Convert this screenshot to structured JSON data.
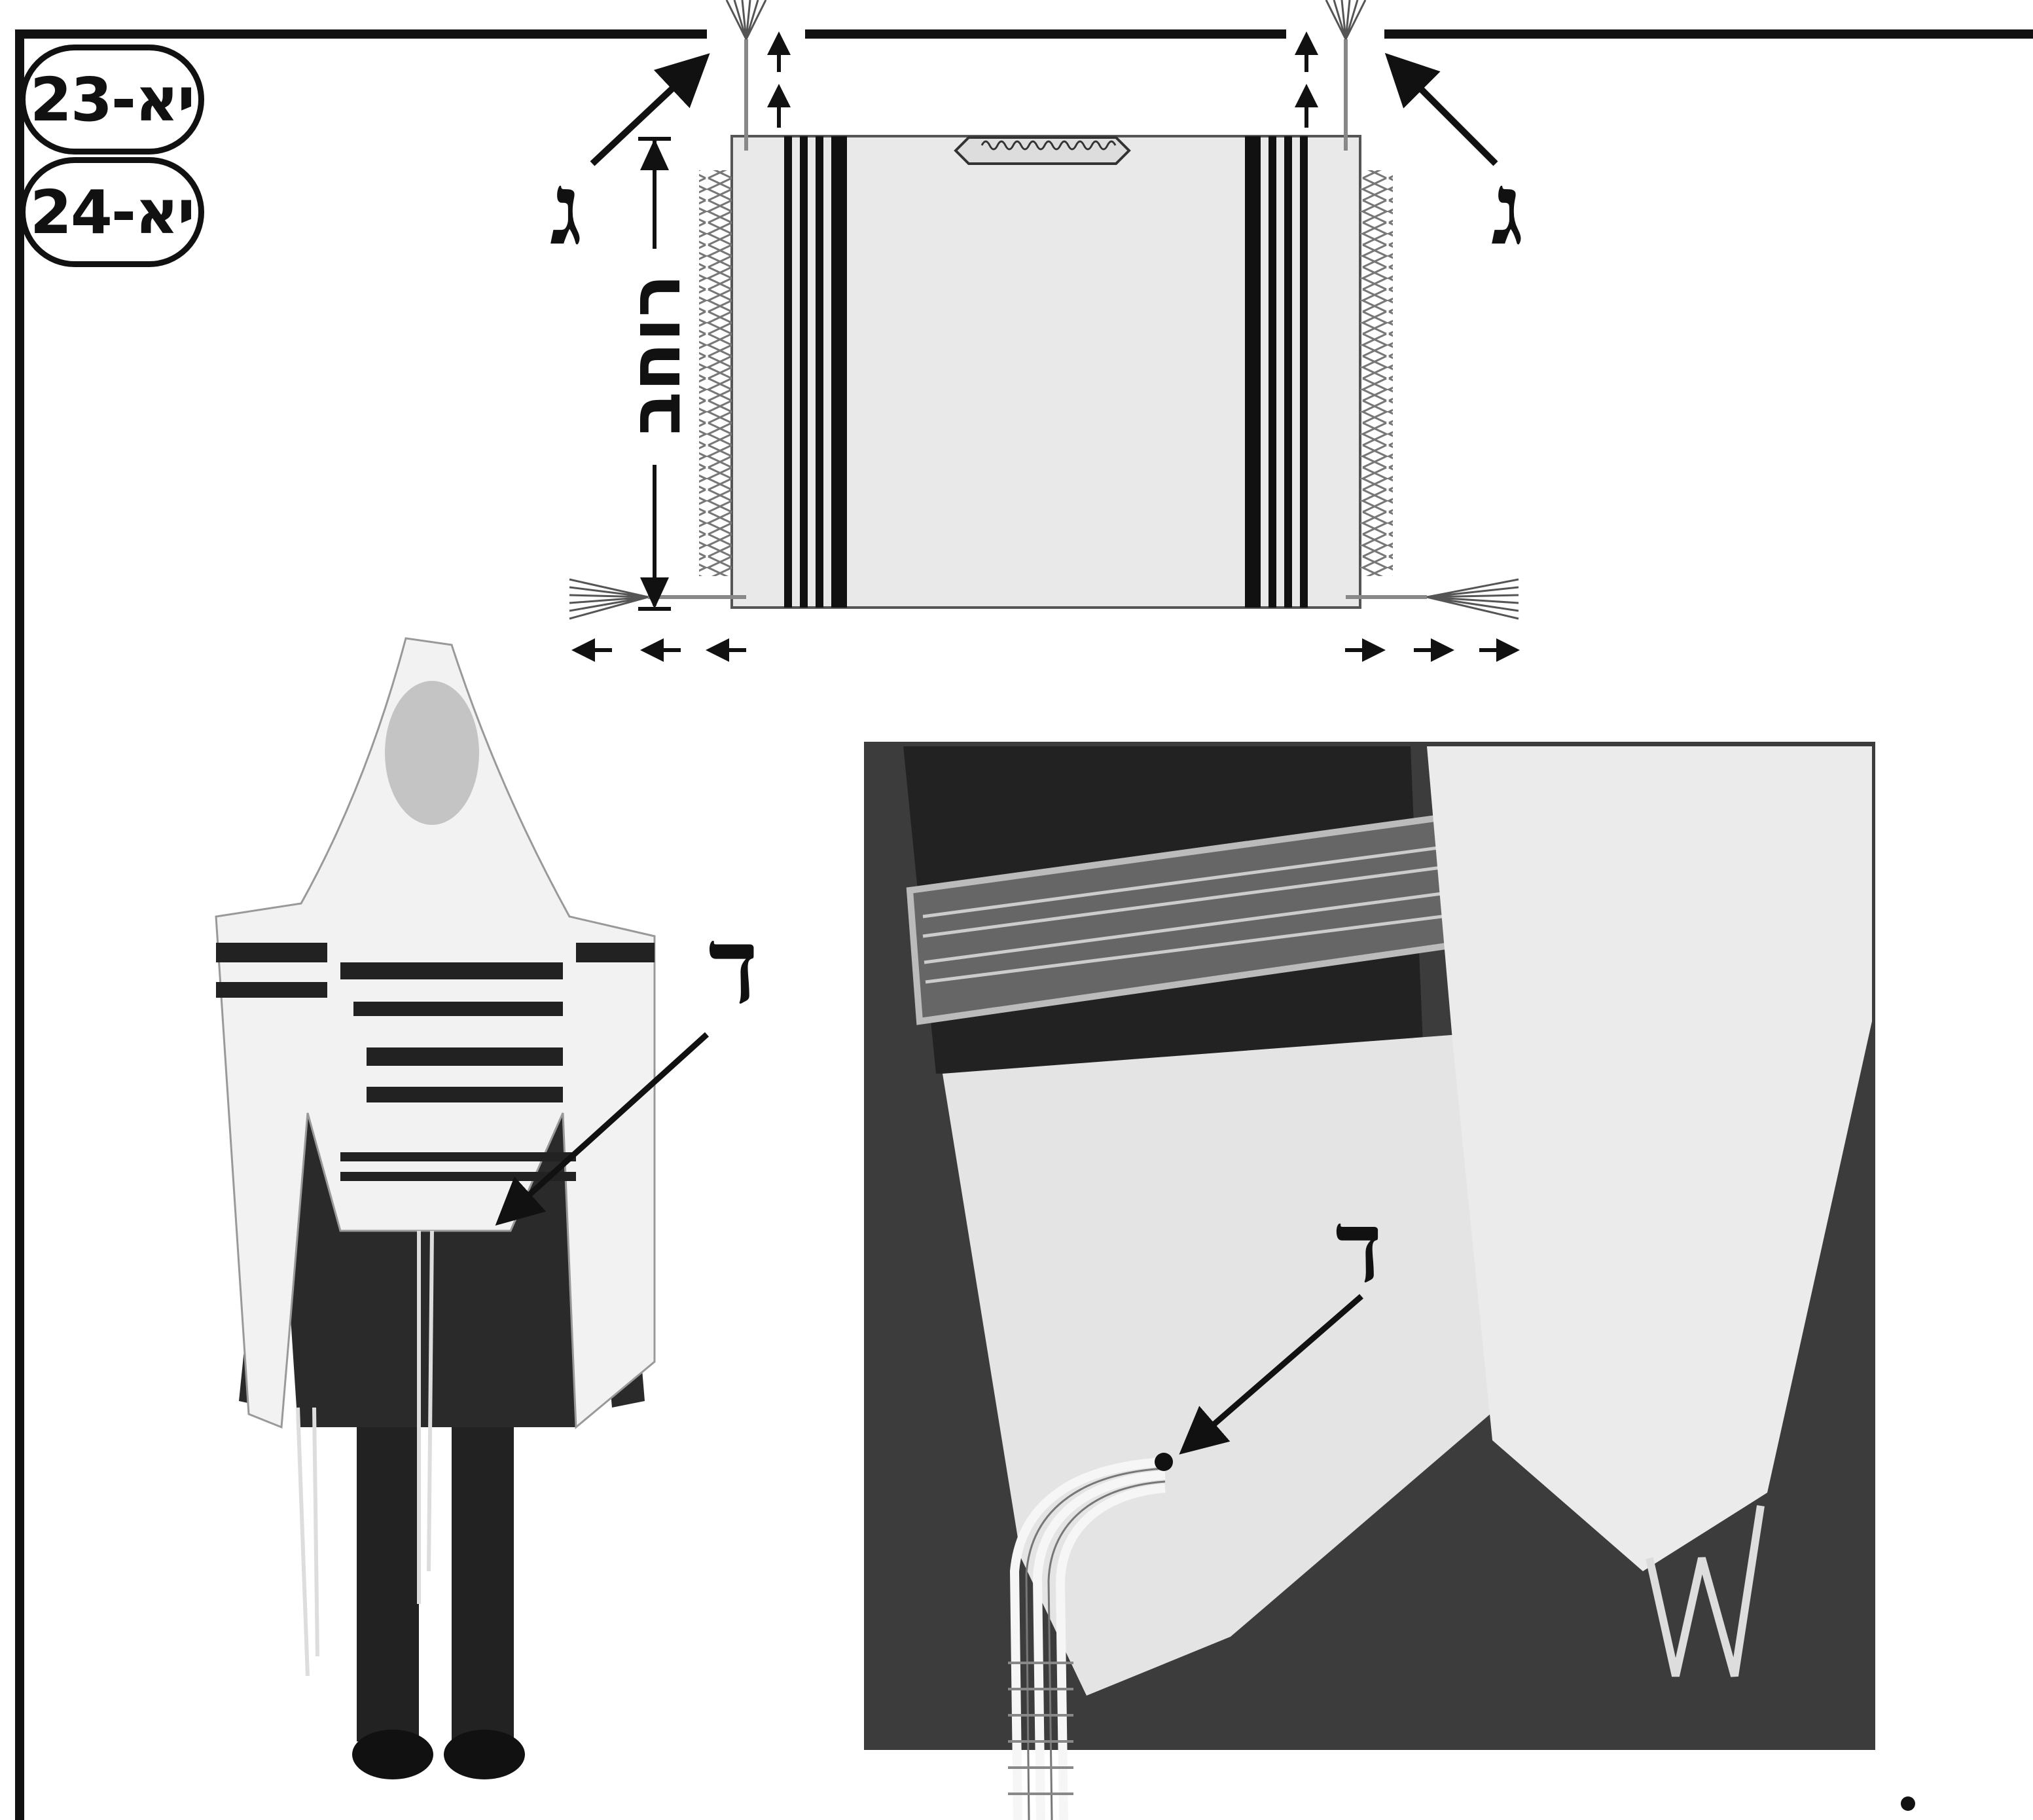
{
  "badges": {
    "badge_1": "יא-23",
    "badge_2": "יא-24"
  },
  "labels": {
    "gimel": "ג",
    "dalet": "ד",
    "width": "רוחב"
  }
}
